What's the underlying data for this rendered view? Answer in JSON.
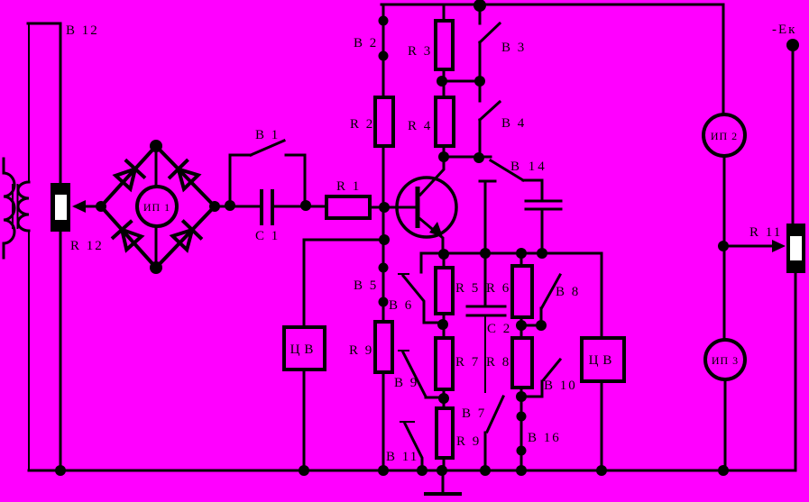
{
  "diagram": {
    "type": "circuit-schematic",
    "background_color": "#ff00ff",
    "ink_color": "#000000",
    "labels": {
      "b12": "В 12",
      "r12": "R 12",
      "ip1": "ИП 1",
      "b1": "В 1",
      "c1": "С 1",
      "r1": "R 1",
      "b2": "В 2",
      "r2": "R 2",
      "r3": "R 3",
      "b3": "В 3",
      "r4": "R 4",
      "b4": "В 4",
      "b14": "В 14",
      "b5": "В 5",
      "b6": "В 6",
      "r5": "R 5",
      "r6": "R 6",
      "b8": "В 8",
      "c2": "С 2",
      "r7": "R 7",
      "r8": "R 8",
      "r9_left": "R 9",
      "b9": "В 9",
      "b7": "В 7",
      "r9": "R 9",
      "b10": "В 10",
      "b11": "В 11",
      "b16": "В 16",
      "dv_left": "ЦВ",
      "dv_right": "ЦВ",
      "ip2": "ИП 2",
      "ip3": "ИП 3",
      "r11": "R 11",
      "ek": "-Ек"
    }
  }
}
